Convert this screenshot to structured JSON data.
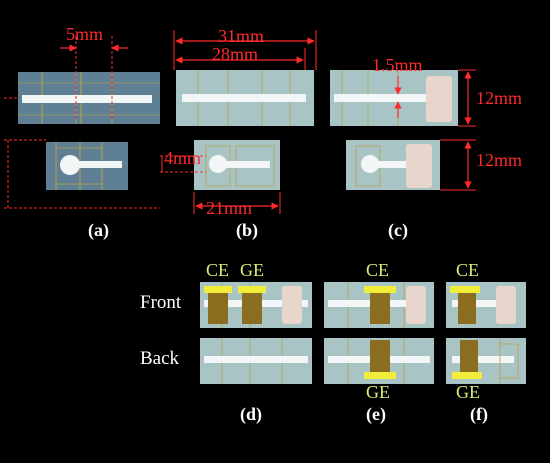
{
  "figure": {
    "panel_labels": [
      "(a)",
      "(b)",
      "(c)",
      "(d)",
      "(e)",
      "(f)"
    ],
    "row_labels": {
      "front": "Front",
      "back": "Back"
    },
    "electrode_labels": {
      "ce": "CE",
      "ge": "GE"
    },
    "dimensions": {
      "gap": "5mm",
      "length_outer": "31mm",
      "length_inner": "28mm",
      "strip_width": "1.5mm",
      "height_large": "12mm",
      "height_small": "12mm",
      "offset": "4mm",
      "length_small": "21mm"
    },
    "colors": {
      "background": "#000000",
      "substrate": "#5f7f94",
      "substrate_light": "#a9c4c4",
      "grid_line": "#b8a24a",
      "dimension_line": "#ff2a2a",
      "electrode_white": "#f3f6f6",
      "ce_pad": "#e8d6cc",
      "gold": "#8b6d1f",
      "yellow_tab": "#f2ec3a",
      "label_white": "#ffffff",
      "label_green": "#d6f07a"
    }
  }
}
